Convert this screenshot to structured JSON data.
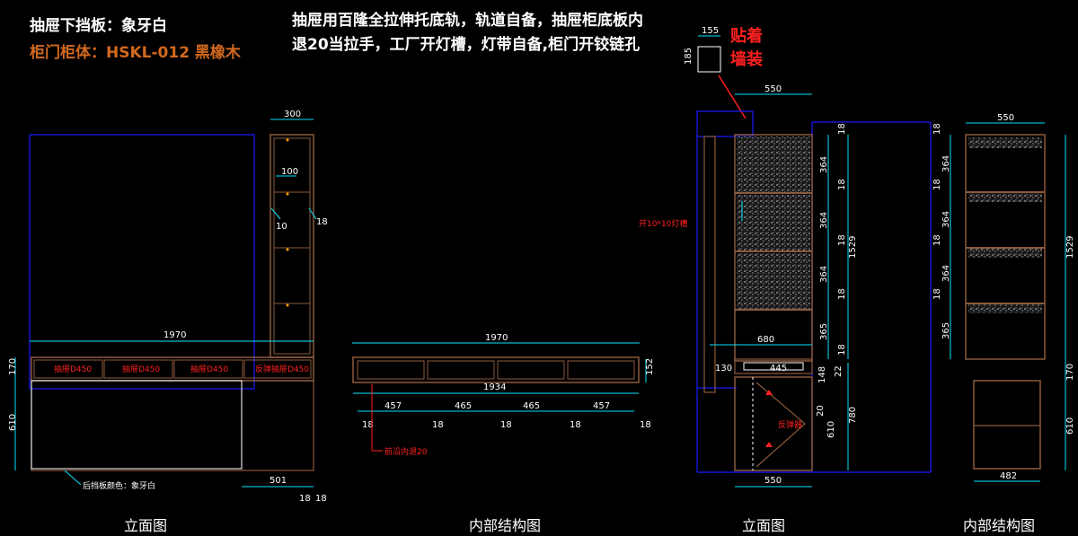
{
  "notes": {
    "line1": "抽屉下挡板：象牙白",
    "line2": "柜门柜体：HSKL-012 黑橡木",
    "main": "抽屉用百隆全拉伸托底轨，轨道自备，抽屉柜底板内退20当拉手，工厂开灯槽，灯带自备,柜门开铰链孔",
    "wall_mount": "贴着墙装"
  },
  "view_labels": {
    "elevation_1": "立面图",
    "internal_1": "内部结构图",
    "elevation_2": "立面图",
    "internal_2": "内部结构图"
  },
  "view1": {
    "drawers": [
      "抽屉D450",
      "抽屉D450",
      "抽屉D450",
      "反弹抽屉D450"
    ],
    "dims": {
      "top_width": "300",
      "shelf_gap": "100",
      "left_10": "10",
      "right_18": "18",
      "total_width": "1970",
      "h170": "170",
      "h610": "610",
      "w501": "501",
      "b18a": "18",
      "b18b": "18"
    },
    "back_panel_note": "后挡板颜色：象牙白"
  },
  "view2": {
    "dims": {
      "total": "1970",
      "inner": "1934",
      "h152": "152",
      "g1": "457",
      "g2": "465",
      "g3": "465",
      "g4": "457",
      "s1": "18",
      "s2": "18",
      "s3": "18",
      "s4": "18",
      "s5": "18"
    },
    "front_note": "前沿内退20"
  },
  "view3": {
    "dims": {
      "w155": "155",
      "h185": "185",
      "w550_top": "550",
      "h364a": "364",
      "h364b": "364",
      "h364c": "364",
      "h365": "365",
      "t18a": "18",
      "t18b": "18",
      "t18c": "18",
      "t18d": "18",
      "t18e": "18",
      "h1529": "1529",
      "w680": "680",
      "w130": "130",
      "w445": "445",
      "h148": "148",
      "h22": "22",
      "h20": "20",
      "h780": "780",
      "h610": "610",
      "w550_bot": "550"
    },
    "light_slot_note": "开10*10灯槽",
    "rebound_drawer": "反弹器"
  },
  "view4": {
    "dims": {
      "w550": "550",
      "h364a": "364",
      "h364b": "364",
      "h364c": "364",
      "h365": "365",
      "t18a": "18",
      "t18b": "18",
      "t18c": "18",
      "t18d": "18",
      "h1529": "1529",
      "h170": "170",
      "h610": "610",
      "w482": "482"
    }
  },
  "colors": {
    "background": "#000000",
    "cabinet_line": "#8b5a3c",
    "dimension_line": "#00e5ff",
    "wall_blue": "#1a1aff",
    "red_text": "#ff2020",
    "orange_text": "#d2691e"
  }
}
